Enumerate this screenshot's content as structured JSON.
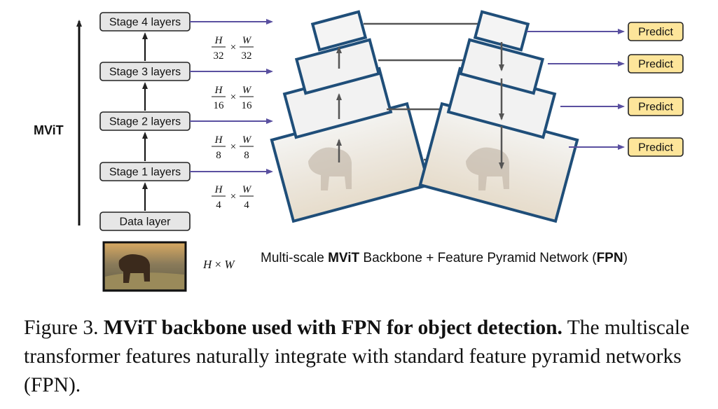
{
  "backbone": {
    "name": "MViT",
    "stages": [
      "Stage 4 layers",
      "Stage 3 layers",
      "Stage 2 layers",
      "Stage 1 layers"
    ],
    "data_layer": "Data layer",
    "input_size": {
      "h": "H",
      "times": "×",
      "w": "W"
    },
    "scales": [
      {
        "num_h": "H",
        "den_h": "32",
        "num_w": "W",
        "den_w": "32"
      },
      {
        "num_h": "H",
        "den_h": "16",
        "num_w": "W",
        "den_w": "16"
      },
      {
        "num_h": "H",
        "den_h": "8",
        "num_w": "W",
        "den_w": "8"
      },
      {
        "num_h": "H",
        "den_h": "4",
        "num_w": "W",
        "den_w": "4"
      }
    ]
  },
  "outputs": [
    "Predict",
    "Predict",
    "Predict",
    "Predict"
  ],
  "diagram_caption": {
    "pre": "Multi-scale ",
    "b1": "MViT",
    "mid": " Backbone + Feature Pyramid Network (",
    "b2": "FPN",
    "post": ")"
  },
  "figure_caption": {
    "label": "Figure 3.",
    "title": "MViT backbone used with FPN for object detection.",
    "body": "The multiscale transformer features naturally integrate with standard feature pyramid networks (FPN)."
  },
  "colors": {
    "arrow_blue": "#5a50a0",
    "frame_blue": "#1f4e79",
    "predict_fill": "#fde59a",
    "box_fill": "#e6e6e6"
  }
}
